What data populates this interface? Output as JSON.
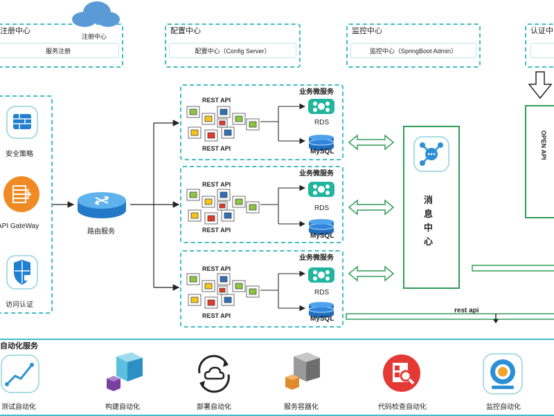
{
  "top": {
    "registry": {
      "title": "注册中心",
      "cloud_label": "注册中心",
      "inner": "服务注册"
    },
    "config": {
      "title": "配置中心",
      "inner": "配置中心（Config Server）"
    },
    "monitor": {
      "title": "监控中心",
      "inner": "监控中心（SpringBoot Admin）"
    },
    "auth": {
      "title": "认证中"
    }
  },
  "left_panel": {
    "items": [
      {
        "label": "安全策略",
        "icon": "firewall-icon"
      },
      {
        "label": "API GateWay",
        "icon": "gateway-icon"
      },
      {
        "label": "访问认证",
        "icon": "shield-lock-icon"
      }
    ]
  },
  "router": {
    "label": "路由服务"
  },
  "services": [
    {
      "title": "业务微服务",
      "rest_top": "REST API",
      "rest_bottom": "REST API",
      "rds": "RDS",
      "mysql": "MySQL"
    },
    {
      "title": "业务微服务",
      "rest_top": "REST API",
      "rest_bottom": "REST API",
      "rds": "RDS",
      "mysql": "MySQL"
    },
    {
      "title": "业务微服务",
      "rest_top": "REST API",
      "rest_bottom": "REST API",
      "rds": "RDS",
      "mysql": "MySQL"
    }
  ],
  "message_center": {
    "label": "消息中心"
  },
  "open_api": {
    "label": "OPEN API"
  },
  "rest_api_line": {
    "label": "rest api"
  },
  "automation": {
    "title": "自动化服务",
    "items": [
      {
        "label": "测试自动化",
        "icon": "chart-line-icon"
      },
      {
        "label": "构建自动化",
        "icon": "cubes-icon"
      },
      {
        "label": "部署自动化",
        "icon": "cloud-cycle-icon"
      },
      {
        "label": "服务容器化",
        "icon": "container-icon"
      },
      {
        "label": "代码检查自动化",
        "icon": "code-inspect-icon"
      },
      {
        "label": "监控自动化",
        "icon": "webcam-icon"
      }
    ]
  },
  "colors": {
    "teal": "#3fbcc4",
    "green": "#2e9b57",
    "blue": "#1f7fd1",
    "orange": "#f08a24"
  }
}
